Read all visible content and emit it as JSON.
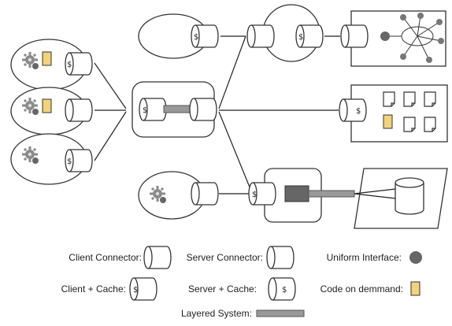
{
  "legend": {
    "client_connector": "Client Connector:",
    "server_connector": "Server Connector:",
    "uniform_interface": "Uniform Interface:",
    "client_cache": "Client + Cache:",
    "server_cache": "Server + Cache:",
    "code_on_demand": "Code on demmand:",
    "layered_system": "Layered System:"
  },
  "cache_symbol": "$",
  "colors": {
    "line": "#222222",
    "uniform_interface": "#666666",
    "code_on_demand": "#f3d27a",
    "layered_bar": "#999999",
    "gear": "#8a8a8a"
  },
  "icons": [
    "gear-icon",
    "code-on-demand-icon",
    "uniform-interface-icon",
    "database-icon",
    "document-icon"
  ]
}
